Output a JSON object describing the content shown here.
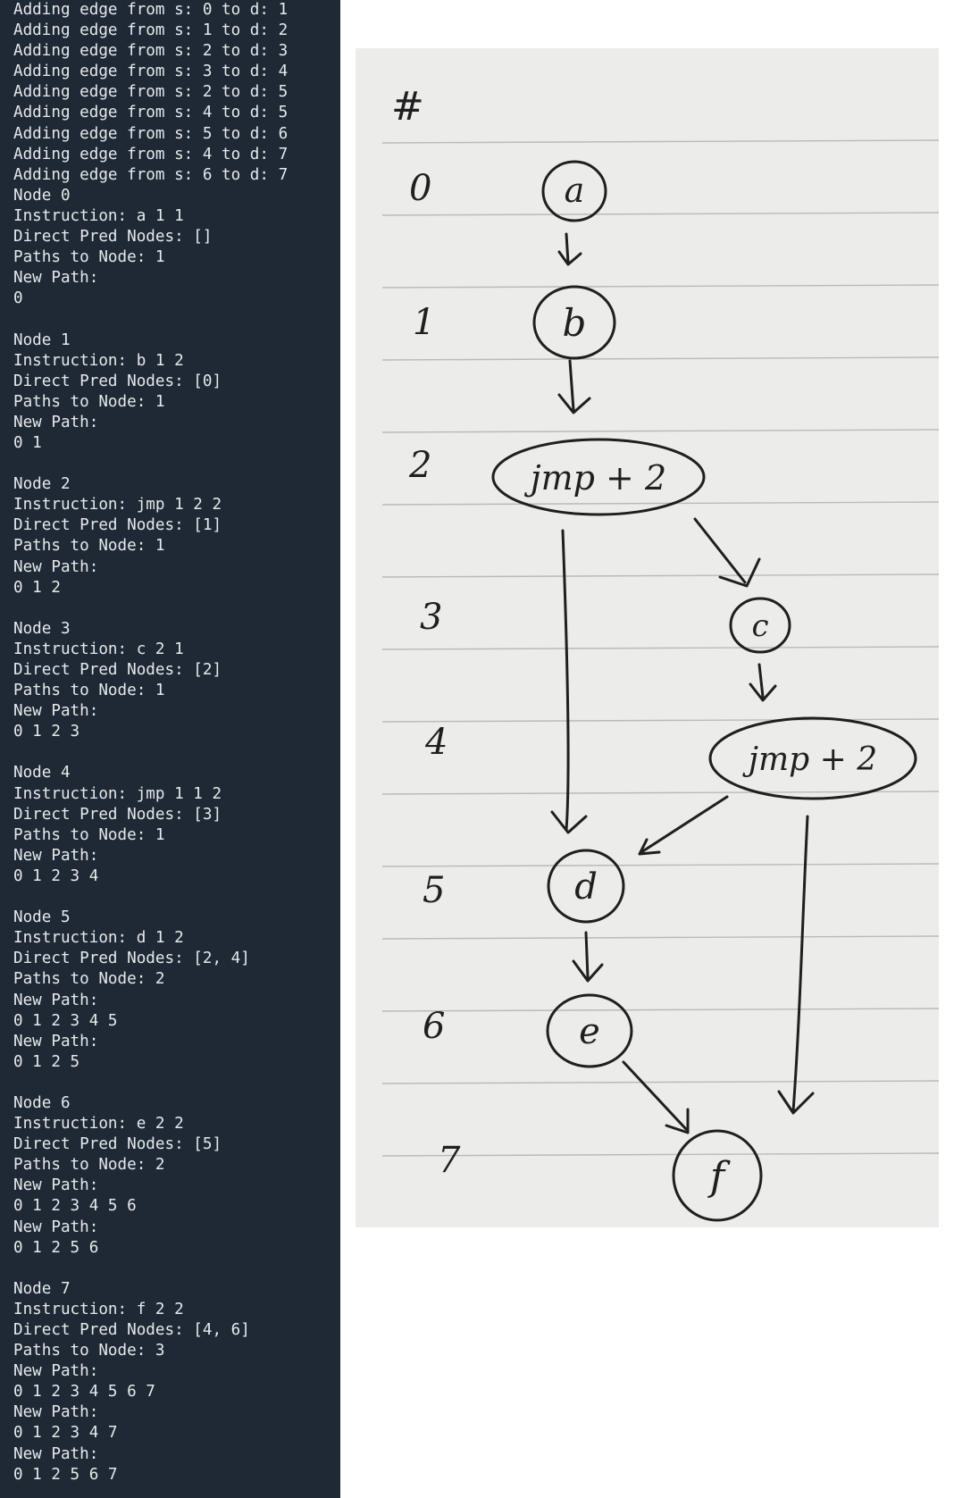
{
  "terminal": {
    "lines": [
      "Adding edge from s: 0 to d: 1",
      "Adding edge from s: 1 to d: 2",
      "Adding edge from s: 2 to d: 3",
      "Adding edge from s: 3 to d: 4",
      "Adding edge from s: 2 to d: 5",
      "Adding edge from s: 4 to d: 5",
      "Adding edge from s: 5 to d: 6",
      "Adding edge from s: 4 to d: 7",
      "Adding edge from s: 6 to d: 7",
      "Node 0",
      "Instruction: a 1 1",
      "Direct Pred Nodes: []",
      "Paths to Node: 1",
      "New Path:",
      "0",
      "",
      "Node 1",
      "Instruction: b 1 2",
      "Direct Pred Nodes: [0]",
      "Paths to Node: 1",
      "New Path:",
      "0 1",
      "",
      "Node 2",
      "Instruction: jmp 1 2 2",
      "Direct Pred Nodes: [1]",
      "Paths to Node: 1",
      "New Path:",
      "0 1 2",
      "",
      "Node 3",
      "Instruction: c 2 1",
      "Direct Pred Nodes: [2]",
      "Paths to Node: 1",
      "New Path:",
      "0 1 2 3",
      "",
      "Node 4",
      "Instruction: jmp 1 1 2",
      "Direct Pred Nodes: [3]",
      "Paths to Node: 1",
      "New Path:",
      "0 1 2 3 4",
      "",
      "Node 5",
      "Instruction: d 1 2",
      "Direct Pred Nodes: [2, 4]",
      "Paths to Node: 2",
      "New Path:",
      "0 1 2 3 4 5",
      "New Path:",
      "0 1 2 5",
      "",
      "Node 6",
      "Instruction: e 2 2",
      "Direct Pred Nodes: [5]",
      "Paths to Node: 2",
      "New Path:",
      "0 1 2 3 4 5 6",
      "New Path:",
      "0 1 2 5 6",
      "",
      "Node 7",
      "Instruction: f 2 2",
      "Direct Pred Nodes: [4, 6]",
      "Paths to Node: 3",
      "New Path:",
      "0 1 2 3 4 5 6 7",
      "New Path:",
      "0 1 2 3 4 7",
      "New Path:",
      "0 1 2 5 6 7"
    ]
  },
  "sketch": {
    "header": "#",
    "row_numbers": [
      "0",
      "1",
      "2",
      "3",
      "4",
      "5",
      "6",
      "7"
    ],
    "nodes": [
      "a",
      "b",
      "jmp + 2",
      "c",
      "jmp + 2",
      "d",
      "e",
      "f"
    ],
    "colors": {
      "terminal_bg": "#1e2935",
      "terminal_text": "#e6e9ec",
      "paper": "#ecedeb",
      "ink": "#1f1f1f"
    }
  }
}
